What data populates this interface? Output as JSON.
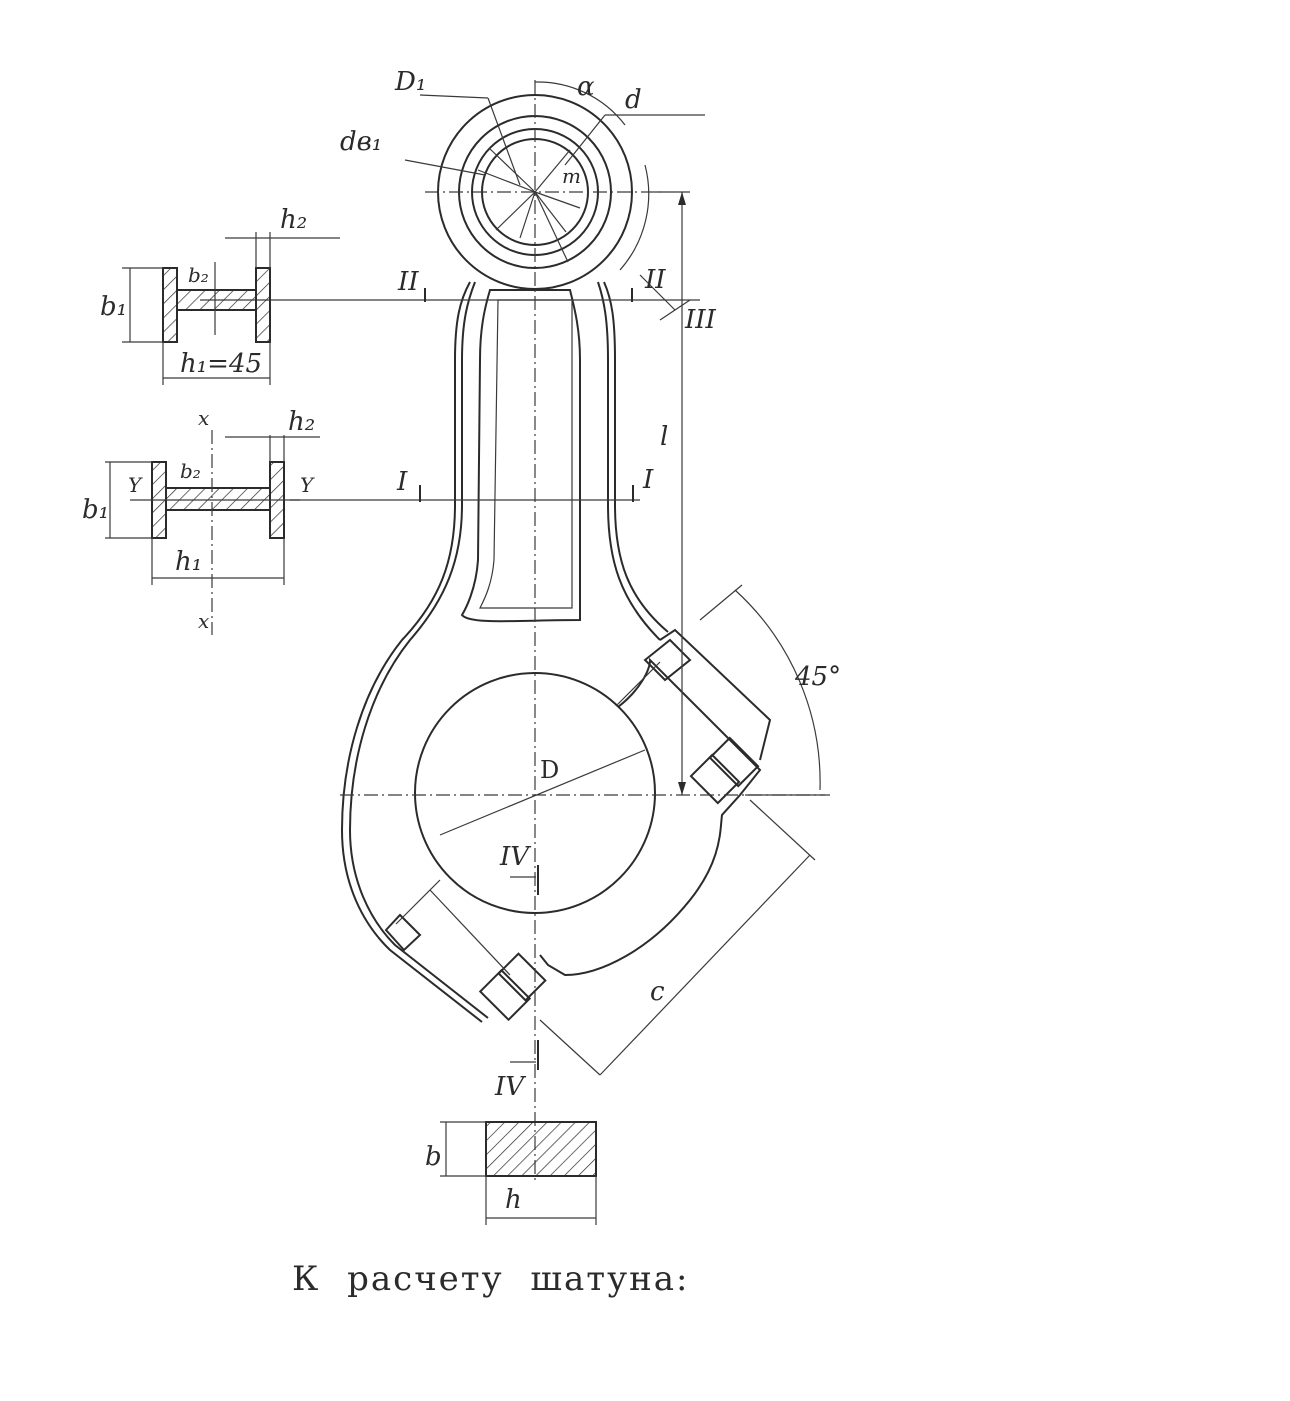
{
  "caption": "К расчету шатуна:",
  "labels": {
    "D1": "D₁",
    "dB1": "dв₁",
    "alpha": "α",
    "d": "d",
    "m": "m",
    "II_left": "II",
    "II_right": "II",
    "III": "III",
    "I_left": "I",
    "I_right": "I",
    "l": "l",
    "angle45": "45°",
    "D": "D",
    "IV_top": "IV",
    "IV_bottom": "IV",
    "c": "c",
    "b": "b",
    "h": "h",
    "h2_top": "h₂",
    "b2_top": "b₂",
    "b1_top": "b₁",
    "h1_45": "h₁=45",
    "h2_bottom": "h₂",
    "b2_bottom": "b₂",
    "b1_bottom": "b₁",
    "h1_bottom": "h₁",
    "x_top": "x",
    "x_bottom": "x",
    "y_left": "Y",
    "y_right": "Y"
  }
}
